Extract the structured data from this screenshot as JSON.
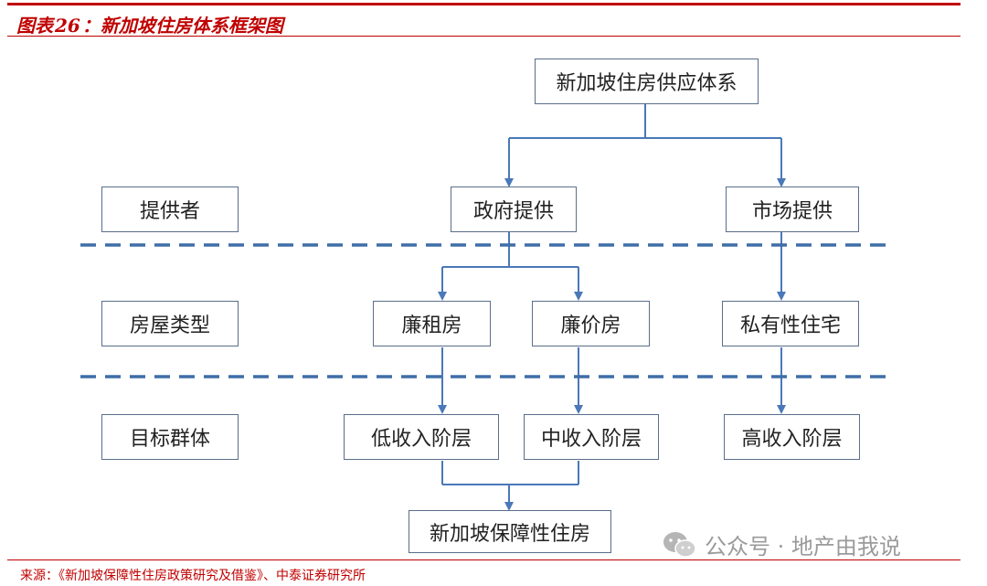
{
  "header": {
    "title_prefix": "图表",
    "title_number": "26",
    "title_text": "：新加坡住房体系框架图"
  },
  "diagram": {
    "root": "新加坡住房供应体系",
    "row_labels": {
      "provider": "提供者",
      "housing_type": "房屋类型",
      "target_group": "目标群体"
    },
    "providers": {
      "government": "政府提供",
      "market": "市场提供"
    },
    "housing_types": {
      "public_rental": "廉租房",
      "affordable": "廉价房",
      "private": "私有性住宅"
    },
    "target_groups": {
      "low_income": "低收入阶层",
      "middle_income": "中收入阶层",
      "high_income": "高收入阶层"
    },
    "result": "新加坡保障性住房"
  },
  "watermark": {
    "text": "公众号 · 地产由我说"
  },
  "footer": {
    "source": "来源：《新加坡保障性住房政策研究及借鉴》、中泰证券研究所"
  },
  "colors": {
    "accent_red": "#c00000",
    "connector_blue": "#4a78b8",
    "dash_blue": "#3f6ea8",
    "box_border": "#5a6e8a"
  }
}
